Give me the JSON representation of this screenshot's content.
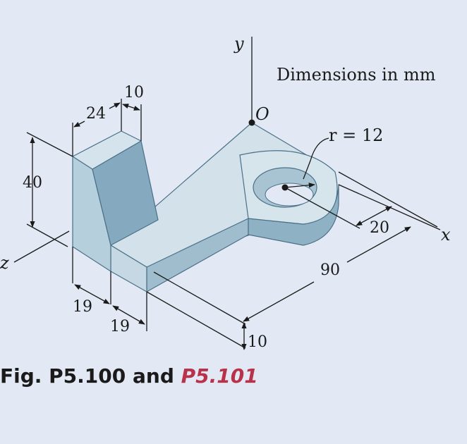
{
  "figure": {
    "note": "Dimensions in mm",
    "radius_label": "r = 12",
    "axes": {
      "x": "x",
      "y": "y",
      "z": "z",
      "origin": "O"
    },
    "dimensions": {
      "height_40": "40",
      "width_24": "24",
      "thick_10_top": "10",
      "offset_19a": "19",
      "offset_19b": "19",
      "thick_10_bottom": "10",
      "length_90": "90",
      "hole_offset_20": "20"
    }
  },
  "caption": {
    "prefix": "Fig. P5.100 and ",
    "highlight": "P5.101",
    "highlight_color": "#b8324a"
  }
}
